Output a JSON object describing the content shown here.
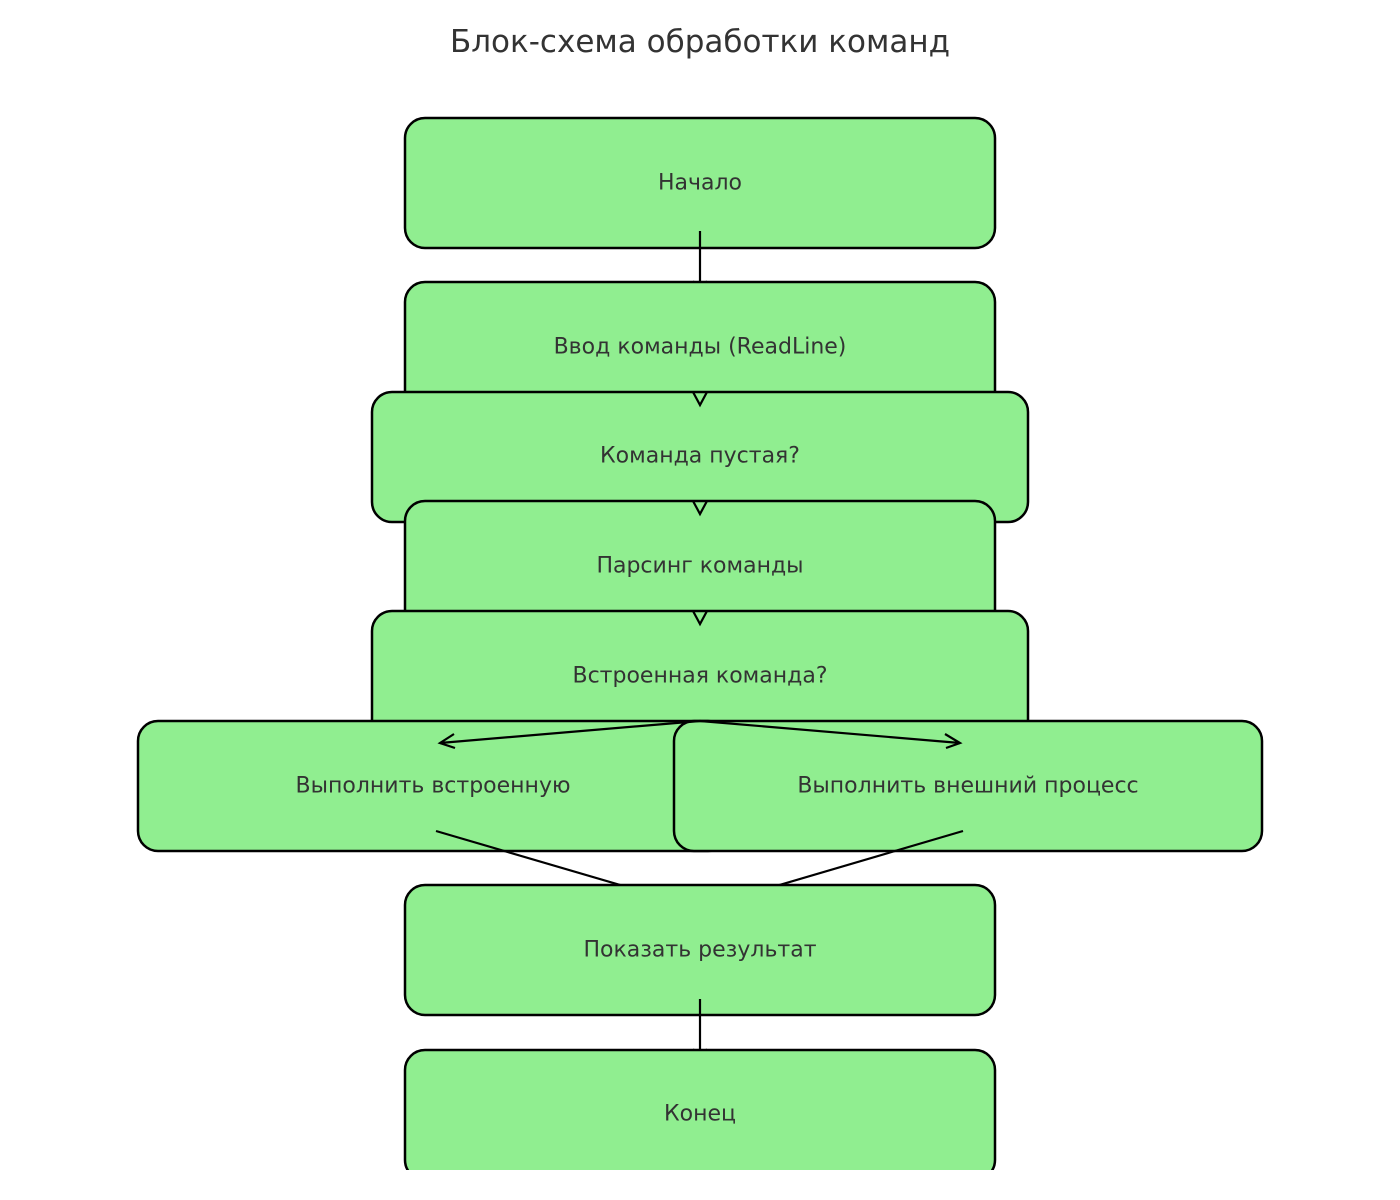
{
  "title": "Блок-схема обработки команд",
  "colors": {
    "node_fill": "#90ee90",
    "node_stroke": "#000000",
    "text": "#333333",
    "edge": "#000000"
  },
  "nodes": {
    "start": "Начало",
    "readline": "Ввод команды (ReadLine)",
    "is_empty": "Команда пустая?",
    "parse": "Парсинг команды",
    "is_builtin": "Встроенная команда?",
    "exec_builtin": "Выполнить встроенную",
    "exec_external": "Выполнить внешний процесс",
    "show_result": "Показать результат",
    "end": "Конец"
  },
  "edges": [
    {
      "from": "start",
      "to": "readline"
    },
    {
      "from": "readline",
      "to": "is_empty"
    },
    {
      "from": "is_empty",
      "to": "parse"
    },
    {
      "from": "parse",
      "to": "is_builtin"
    },
    {
      "from": "is_builtin",
      "to": "exec_builtin"
    },
    {
      "from": "is_builtin",
      "to": "exec_external"
    },
    {
      "from": "exec_builtin",
      "to": "show_result"
    },
    {
      "from": "exec_external",
      "to": "show_result"
    },
    {
      "from": "show_result",
      "to": "end"
    }
  ]
}
